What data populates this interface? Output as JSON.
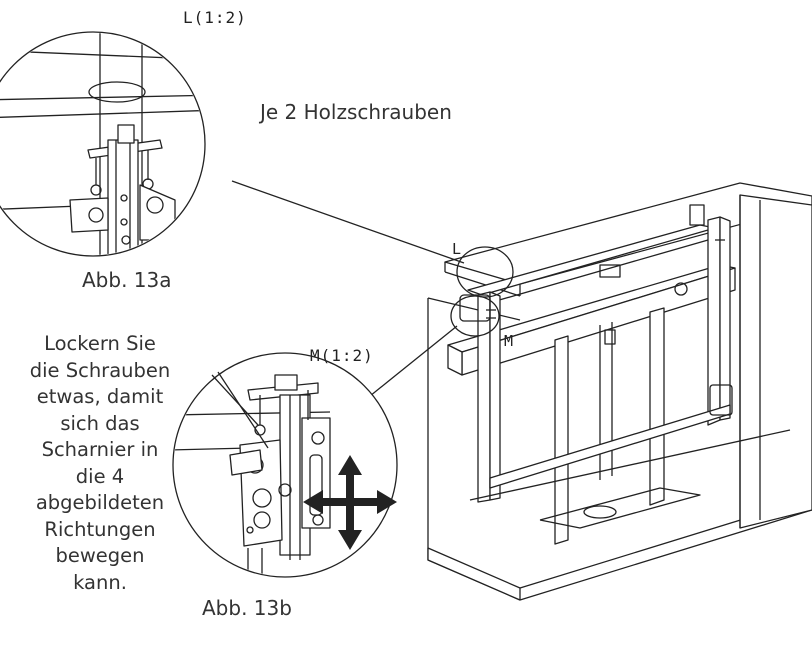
{
  "detail_l": {
    "scale_label": "L(1:2)",
    "note": "Je 2 Holzschrauben",
    "figure": "Abb. 13a"
  },
  "detail_m": {
    "scale_label": "M(1:2)",
    "figure": "Abb. 13b",
    "instruction": "Lockern Sie die Schrauben etwas, damit sich das Scharnier in die 4 abgebildeten Richtungen bewegen kann."
  },
  "main_drawing": {
    "callout_l": "L",
    "callout_m": "M"
  },
  "arrow_color": "#222222"
}
